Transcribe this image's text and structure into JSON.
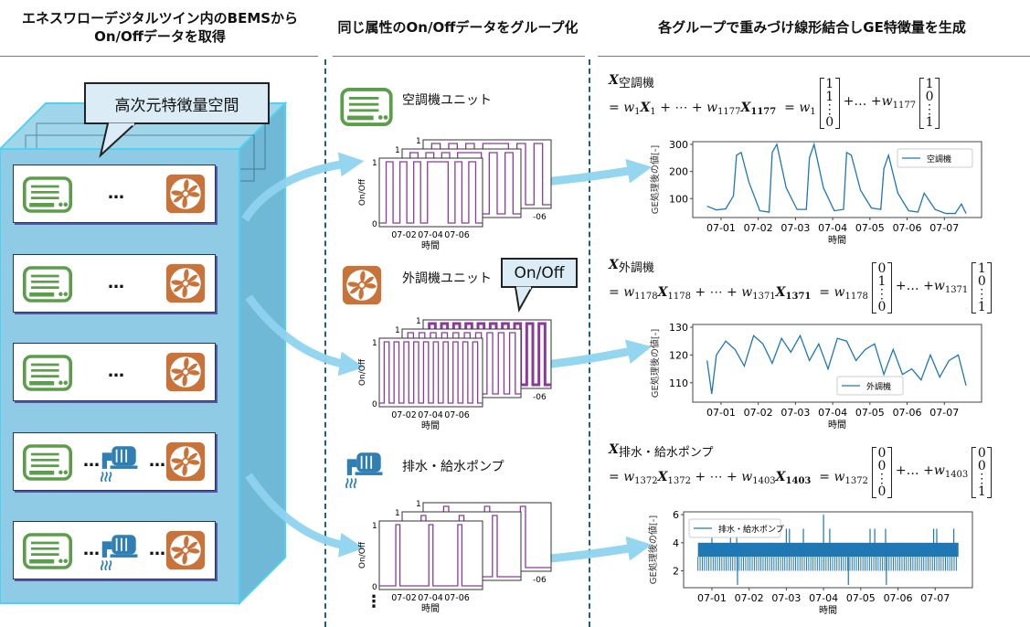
{
  "headers": {
    "col1_line1": "エネスワローデジタルツイン内のBEMSから",
    "col1_line2": "On/Offデータを取得",
    "col2": "同じ属性のOn/Offデータをグループ化",
    "col3": "各グループで重みづけ線形結合しGE特徴量を生成"
  },
  "left": {
    "bubble": "高次元特徴量空間",
    "ellipsis": "…",
    "cards": [
      {
        "icons": [
          "air-conditioner",
          "fan"
        ]
      },
      {
        "icons": [
          "air-conditioner",
          "fan"
        ]
      },
      {
        "icons": [
          "air-conditioner",
          "fan"
        ]
      },
      {
        "icons": [
          "air-conditioner",
          "pump",
          "fan"
        ]
      },
      {
        "icons": [
          "air-conditioner",
          "pump",
          "fan"
        ]
      }
    ]
  },
  "groups": [
    {
      "label": "空調機ユニット",
      "icon": "air-conditioner"
    },
    {
      "label": "外調機ユニット",
      "icon": "fan",
      "bubble": "On/Off"
    },
    {
      "label": "排水・給水ポンプ",
      "icon": "pump"
    }
  ],
  "more": "⋮",
  "colors": {
    "ac": "#5a9e4a",
    "fan": "#c8733a",
    "pump": "#2f7fb5",
    "arrow": "#8fd3f0",
    "onoff": "#8b3a9b",
    "ge": "#1f77b4",
    "box": "#7fcbe6"
  },
  "onoff_plot": {
    "ylabel": "On/Off",
    "xlabel": "時間",
    "yticks": [
      "0",
      "1"
    ],
    "xticks": [
      "07-02",
      "07-04",
      "07-06"
    ],
    "partial_tick": "-06",
    "series": [
      [
        0,
        1,
        0,
        1,
        0,
        1,
        0,
        1,
        1,
        1,
        0,
        1,
        0,
        1,
        0
      ],
      [
        0,
        1,
        0,
        1,
        0,
        1,
        0,
        1,
        0,
        1,
        0,
        1,
        0,
        1,
        0,
        1,
        0,
        1,
        0,
        1,
        0
      ],
      [
        0,
        0,
        0,
        0,
        1,
        0,
        0,
        0,
        0,
        0,
        0,
        0,
        1,
        0,
        0,
        0,
        0,
        0,
        0,
        1,
        0,
        0,
        0,
        0,
        0
      ]
    ]
  },
  "symbols": {
    "X": "X",
    "w": "w",
    "eq": "=",
    "plus_dots": "+ ⋯ +",
    "plus_ell1": "+…",
    "plus_ell2": "+"
  },
  "formulas": [
    {
      "group": "空調機",
      "w_first": "1",
      "x_first": "1",
      "w_last": "1177",
      "x_last": "1177",
      "vec_first": [
        "1",
        "1",
        "⋮",
        "0"
      ],
      "vec_last": [
        "1",
        "0",
        "⋮",
        "1"
      ]
    },
    {
      "group": "外調機",
      "w_first": "1178",
      "x_first": "1178",
      "w_last": "1371",
      "x_last": "1371",
      "vec_first": [
        "0",
        "1",
        "⋮",
        "0"
      ],
      "vec_last": [
        "1",
        "0",
        "⋮",
        "1"
      ]
    },
    {
      "group": "排水・給水ポンプ",
      "w_first": "1372",
      "x_first": "1372",
      "w_last": "1403",
      "x_last": "1403",
      "vec_first": [
        "0",
        "0",
        "⋮",
        "0"
      ],
      "vec_last": [
        "0",
        "0",
        "⋮",
        "1"
      ]
    }
  ],
  "chart_data": [
    {
      "type": "line",
      "ylabel": "GE処理後の値[-]",
      "xlabel": "時間",
      "legend": "空調機",
      "legend_position": "top-right",
      "xticks": [
        "07-01",
        "07-02",
        "07-03",
        "07-04",
        "07-05",
        "07-06",
        "07-07"
      ],
      "ylim": [
        30,
        310
      ],
      "yticks": [
        100,
        200,
        300
      ],
      "x": [
        "06-30 15:00",
        "06-30 21:00",
        "07-01 03:00",
        "07-01 08:00",
        "07-01 10:00",
        "07-01 13:00",
        "07-01 18:00",
        "07-02 01:00",
        "07-02 07:00",
        "07-02 09:00",
        "07-02 12:00",
        "07-02 18:00",
        "07-03 01:00",
        "07-03 07:00",
        "07-03 09:00",
        "07-03 12:00",
        "07-03 18:00",
        "07-04 01:00",
        "07-04 07:00",
        "07-04 09:00",
        "07-04 12:00",
        "07-04 18:00",
        "07-05 01:00",
        "07-05 07:00",
        "07-05 09:00",
        "07-05 12:00",
        "07-05 18:00",
        "07-06 01:00",
        "07-06 07:00",
        "07-06 11:00",
        "07-06 18:00",
        "07-07 01:00",
        "07-07 07:00",
        "07-07 11:00",
        "07-07 14:00"
      ],
      "y": [
        72,
        58,
        62,
        110,
        260,
        270,
        160,
        55,
        50,
        270,
        300,
        140,
        60,
        60,
        250,
        300,
        140,
        55,
        60,
        270,
        260,
        130,
        65,
        60,
        210,
        260,
        120,
        55,
        50,
        120,
        60,
        45,
        45,
        80,
        45
      ]
    },
    {
      "type": "line",
      "ylabel": "GE処理後の値[-]",
      "xlabel": "時間",
      "legend": "外調機",
      "legend_position": "bottom-center",
      "xticks": [
        "07-01",
        "07-02",
        "07-03",
        "07-04",
        "07-05",
        "07-06",
        "07-07"
      ],
      "ylim": [
        103,
        131
      ],
      "yticks": [
        110,
        120,
        130
      ],
      "x": [
        "06-30 15:00",
        "06-30 18:00",
        "06-30 21:00",
        "07-01 03:00",
        "07-01 09:00",
        "07-01 15:00",
        "07-01 21:00",
        "07-02 03:00",
        "07-02 09:00",
        "07-02 15:00",
        "07-02 21:00",
        "07-03 03:00",
        "07-03 09:00",
        "07-03 15:00",
        "07-03 21:00",
        "07-04 03:00",
        "07-04 09:00",
        "07-04 15:00",
        "07-04 21:00",
        "07-05 03:00",
        "07-05 09:00",
        "07-05 15:00",
        "07-05 21:00",
        "07-06 03:00",
        "07-06 09:00",
        "07-06 15:00",
        "07-06 21:00",
        "07-07 03:00",
        "07-07 09:00",
        "07-07 14:00"
      ],
      "y": [
        118,
        106,
        120,
        125,
        122,
        116,
        127,
        124,
        117,
        126,
        121,
        127,
        118,
        124,
        115,
        126,
        125,
        118,
        122,
        124,
        113,
        122,
        113,
        115,
        111,
        120,
        112,
        118,
        120,
        109
      ]
    },
    {
      "type": "line",
      "ylabel": "GE処理後の値[-]",
      "xlabel": "時間",
      "legend": "排水・給水ポンプ",
      "legend_position": "top-left",
      "xticks": [
        "07-01",
        "07-02",
        "07-03",
        "07-04",
        "07-05",
        "07-06",
        "07-07"
      ],
      "ylim": [
        0.8,
        6.2
      ],
      "yticks": [
        2,
        4,
        6
      ],
      "band": [
        2,
        4
      ],
      "x_range": [
        "06-30 15:00",
        "07-07 15:00"
      ],
      "spikes": [
        [
          "07-01 00:00",
          5
        ],
        [
          "07-01 12:00",
          5
        ],
        [
          "07-01 16:00",
          5
        ],
        [
          "07-01 16:30",
          1
        ],
        [
          "07-03 00:00",
          5
        ],
        [
          "07-03 02:00",
          5
        ],
        [
          "07-03 11:00",
          5
        ],
        [
          "07-04 00:00",
          6
        ],
        [
          "07-04 04:00",
          5
        ],
        [
          "07-04 16:00",
          1
        ],
        [
          "07-05 06:00",
          5
        ],
        [
          "07-05 09:00",
          5
        ],
        [
          "07-05 16:00",
          5
        ],
        [
          "07-05 16:30",
          1
        ],
        [
          "07-06 23:00",
          5
        ],
        [
          "07-07 01:00",
          5
        ],
        [
          "07-07 12:00",
          5
        ]
      ]
    }
  ]
}
